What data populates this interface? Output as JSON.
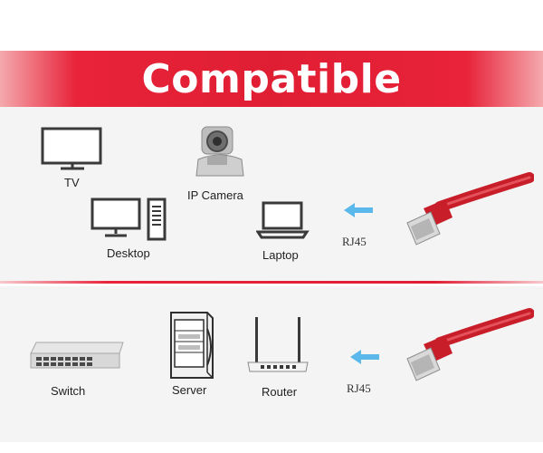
{
  "banner": {
    "title": "Compatible"
  },
  "top": {
    "devices": [
      {
        "id": "tv",
        "label": "TV"
      },
      {
        "id": "ip-camera",
        "label": "IP Camera"
      },
      {
        "id": "desktop",
        "label": "Desktop"
      },
      {
        "id": "laptop",
        "label": "Laptop"
      }
    ],
    "connector_label": "RJ45"
  },
  "bottom": {
    "devices": [
      {
        "id": "switch",
        "label": "Switch"
      },
      {
        "id": "server",
        "label": "Server"
      },
      {
        "id": "router",
        "label": "Router"
      }
    ],
    "connector_label": "RJ45"
  },
  "colors": {
    "accent": "#e01e33",
    "arrow": "#5bb8ea",
    "cable": "#c81e2a"
  }
}
